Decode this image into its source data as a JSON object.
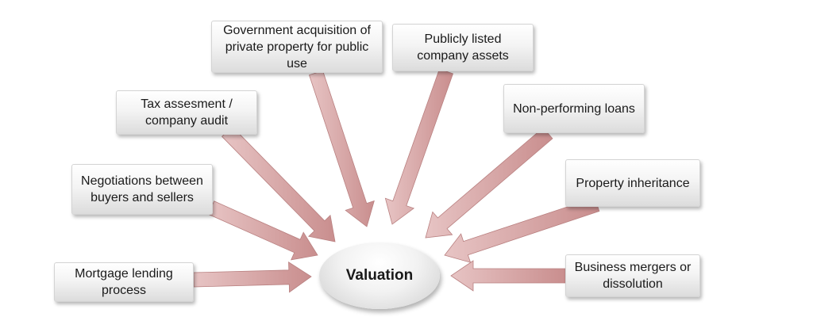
{
  "diagram": {
    "center": "Valuation",
    "nodes": [
      {
        "id": "mortgage",
        "label": "Mortgage lending process"
      },
      {
        "id": "negotiations",
        "label": "Negotiations between buyers and sellers"
      },
      {
        "id": "tax",
        "label": "Tax assesment / company audit"
      },
      {
        "id": "government",
        "label": "Government acquisition of private property for public use"
      },
      {
        "id": "publicly",
        "label": "Publicly listed company assets"
      },
      {
        "id": "npl",
        "label": "Non-performing loans"
      },
      {
        "id": "inheritance",
        "label": "Property inheritance"
      },
      {
        "id": "mergers",
        "label": "Business mergers or dissolution"
      }
    ],
    "colors": {
      "arrow_fill": "#c98e8e",
      "arrow_fill_light": "#e7c4c4",
      "arrow_stroke": "#b98080"
    }
  }
}
